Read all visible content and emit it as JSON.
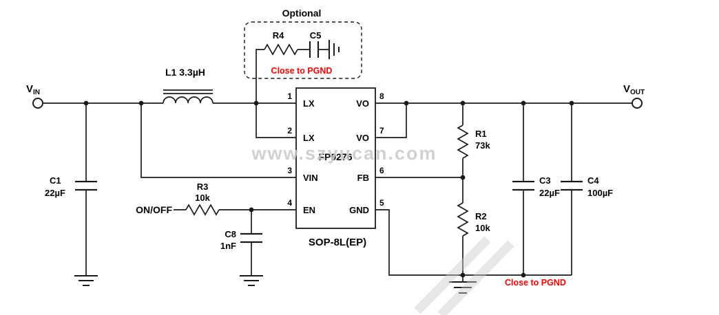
{
  "colors": {
    "wire": "#1a1a1a",
    "note_red": "#ff0000",
    "watermark_gray": "#c9c9c9",
    "background": "#ffffff"
  },
  "terminals": {
    "vin": {
      "base": "V",
      "sub": "IN"
    },
    "vout": {
      "base": "V",
      "sub": "OUT"
    }
  },
  "control": {
    "on_off": "ON/OFF"
  },
  "ic": {
    "name": "FP9276",
    "package": "SOP-8L(EP)",
    "pins": {
      "p1": {
        "num": "1",
        "label": "LX"
      },
      "p2": {
        "num": "2",
        "label": "LX"
      },
      "p3": {
        "num": "3",
        "label": "VIN"
      },
      "p4": {
        "num": "4",
        "label": "EN"
      },
      "p5": {
        "num": "5",
        "label": "GND"
      },
      "p6": {
        "num": "6",
        "label": "FB"
      },
      "p7": {
        "num": "7",
        "label": "VO"
      },
      "p8": {
        "num": "8",
        "label": "VO"
      }
    }
  },
  "components": {
    "l1": {
      "label": "L1  3.3µH"
    },
    "c1": {
      "ref": "C1",
      "value": "22µF"
    },
    "c3": {
      "ref": "C3",
      "value": "22µF"
    },
    "c4": {
      "ref": "C4",
      "value": "100µF"
    },
    "c5": {
      "ref": "C5"
    },
    "c8": {
      "ref": "C8",
      "value": "1nF"
    },
    "r1": {
      "ref": "R1",
      "value": "73k"
    },
    "r2": {
      "ref": "R2",
      "value": "10k"
    },
    "r3": {
      "ref": "R3",
      "value": "10k"
    },
    "r4": {
      "ref": "R4"
    }
  },
  "annotations": {
    "optional": "Optional",
    "close_to_pgnd_top": "Close to PGND",
    "close_to_pgnd_bottom": "Close to PGND",
    "watermark": "www.szyucan.com"
  }
}
